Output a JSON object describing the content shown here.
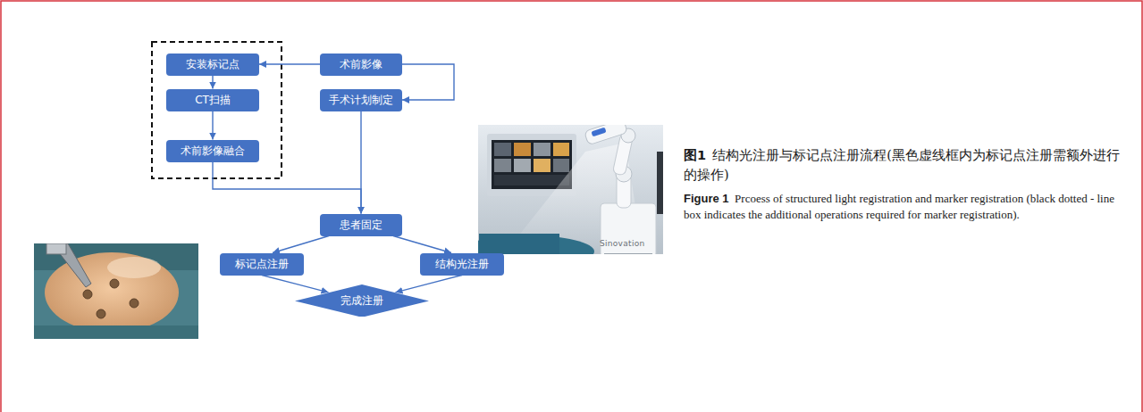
{
  "diagram": {
    "caption": "结构光注册与标记点注册流程(黑色虚线框内为标记点注册需额外进行的操作)",
    "nodes": [
      {
        "text": [
          "安装标记点"
        ]
      },
      {
        "text": [
          "术前影像"
        ]
      },
      {
        "text": [
          "CT扫描"
        ]
      },
      {
        "text": [
          "手术计划制定"
        ]
      },
      {
        "text": [
          "术前影像融合"
        ]
      },
      {
        "text": [
          "患者固定"
        ]
      },
      {
        "text": [
          "标记点注册"
        ]
      },
      {
        "text": [
          "结构光注册"
        ]
      },
      {
        "text": [
          "完成注册"
        ]
      }
    ],
    "edges": [
      {
        "from": 1,
        "to": 0,
        "arrow": "to"
      },
      {
        "from": 1,
        "to": 3,
        "arrow": "to"
      },
      {
        "from": 0,
        "to": 2,
        "arrow": "to"
      },
      {
        "from": 2,
        "to": 4,
        "arrow": "to"
      },
      {
        "from": 4,
        "to": 5,
        "arrow": "to"
      },
      {
        "from": 3,
        "to": 5,
        "arrow": "to"
      },
      {
        "from": 5,
        "to": 6,
        "arrow": "to"
      },
      {
        "from": 5,
        "to": 7,
        "arrow": "to"
      },
      {
        "from": 6,
        "to": 8,
        "arrow": "to"
      },
      {
        "from": 7,
        "to": 8,
        "arrow": "to"
      }
    ],
    "labels": [
      "Sinovation",
      "图1",
      "Figure 1",
      "Prcoess of structured light registration and marker registration (black dotted - line box indicates the additional operations required for marker registration)."
    ]
  }
}
